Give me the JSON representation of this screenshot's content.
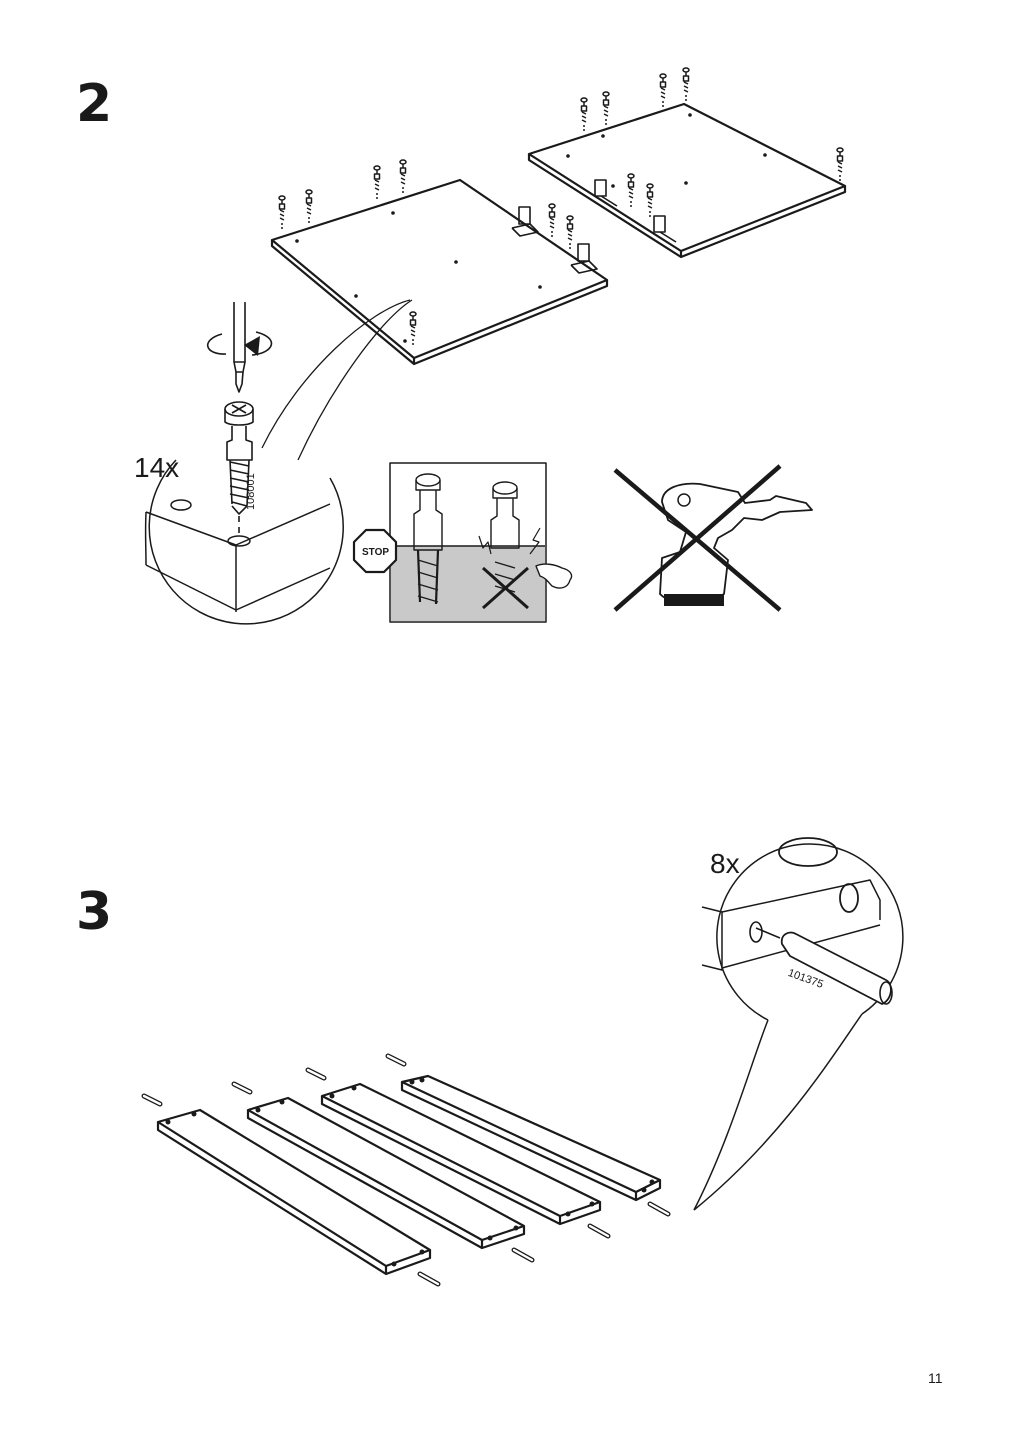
{
  "steps": [
    {
      "number": "2",
      "quantity": "14x",
      "part_number": "108001",
      "stop_label": "STOP"
    },
    {
      "number": "3",
      "quantity": "8x",
      "part_number": "101375"
    }
  ],
  "page_number": "11",
  "icons": {
    "step2": [
      "panel",
      "cam-lock-screw",
      "screwdriver",
      "rotate-arrow",
      "detail-callout",
      "stop-sign",
      "no-overtighten-warning",
      "no-power-drill"
    ],
    "step3": [
      "rail",
      "wooden-dowel",
      "detail-callout"
    ]
  }
}
